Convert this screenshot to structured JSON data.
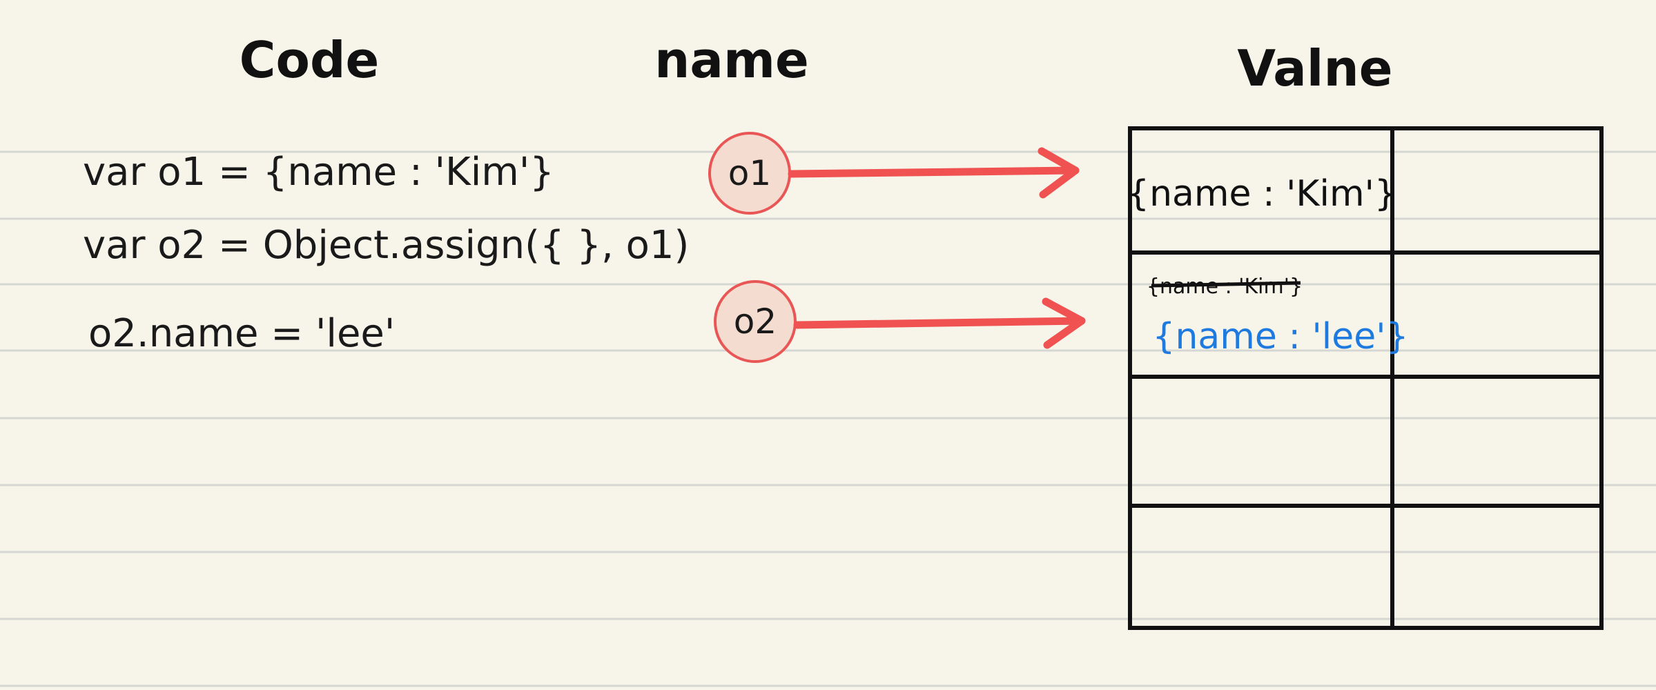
{
  "colors": {
    "background": "#f7f5ea",
    "rule_line": "#d6d6d2",
    "ink": "#111111",
    "arrow": "#f05252",
    "circle_fill": "#f4ddd0",
    "new_value": "#1f7ae0"
  },
  "headers": {
    "code": "Code",
    "name": "name",
    "value": "Valne"
  },
  "code_lines": [
    "var o1 = {name : 'Kim'}",
    "var o2 = Object.assign({ }, o1)",
    "o2.name = 'lee'"
  ],
  "names": [
    "o1",
    "o2"
  ],
  "value_cells": {
    "row1": "{name : 'Kim'}",
    "row2_old": "{name : 'Kim'}",
    "row2_new": "{name : 'lee'}"
  }
}
